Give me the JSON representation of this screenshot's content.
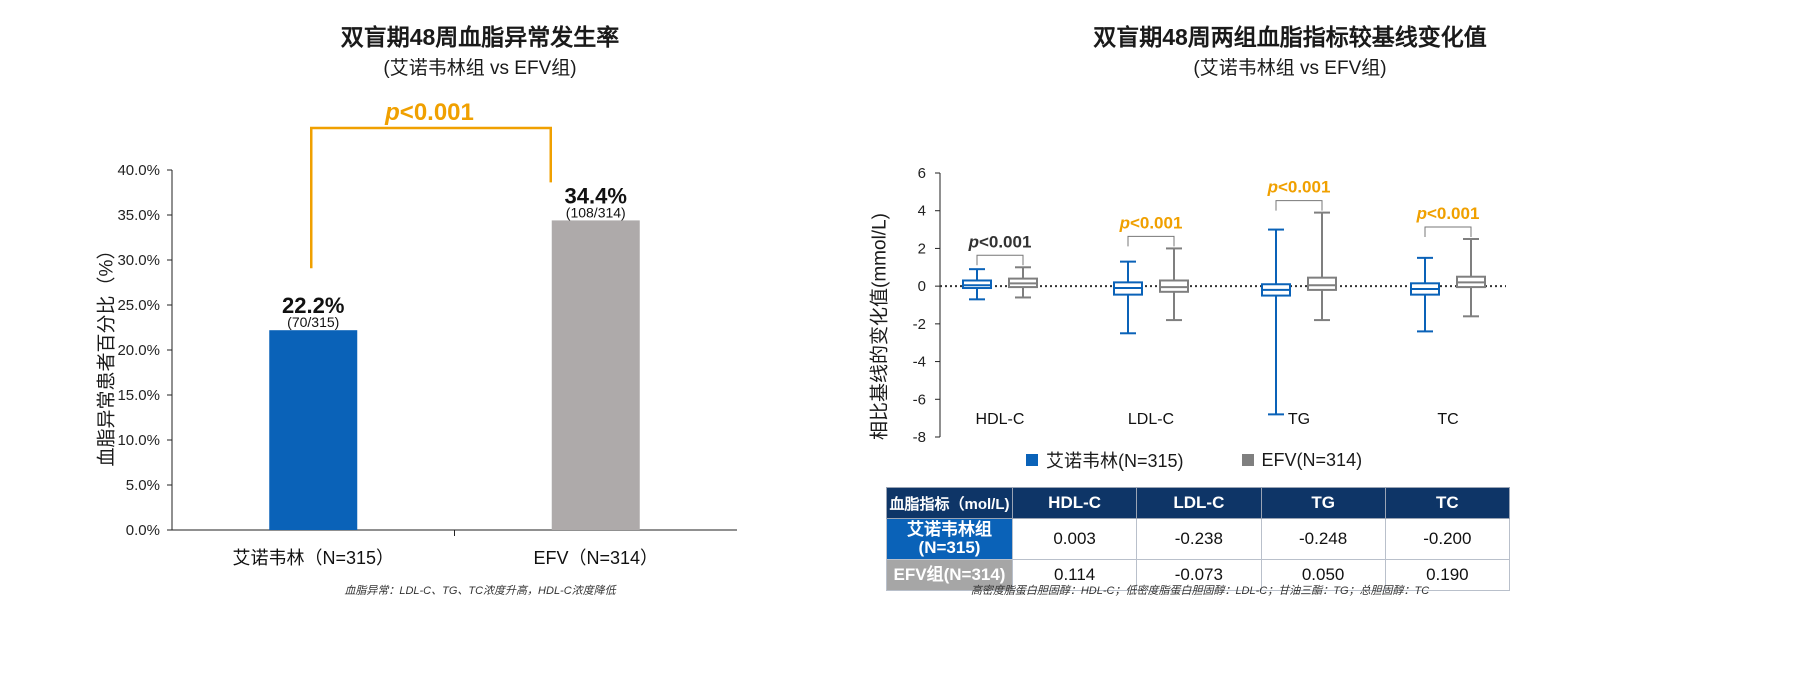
{
  "left": {
    "title": "双盲期48周血脂异常发生率",
    "subtitle": "(艾诺韦林组 vs EFV组)",
    "ylabel": "血脂异常患者百分比（%）",
    "pvalue_p": "p",
    "pvalue_rest": "<0.001",
    "footnote": "血脂异常：LDL-C、TG、TC浓度升高，HDL-C浓度降低"
  },
  "right": {
    "title": "双盲期48周两组血脂指标较基线变化值",
    "subtitle": "(艾诺韦林组 vs EFV组)",
    "ylabel": "相比基线的变化值(mmol/L)",
    "legend": [
      "艾诺韦林(N=315)",
      "EFV(N=314)"
    ],
    "footnote": "高密度脂蛋白胆固醇：HDL-C；低密度脂蛋白胆固醇：LDL-C；甘油三酯：TG；总胆固醇：TC"
  },
  "table": {
    "headers": [
      "血脂指标（mol/L)",
      "HDL-C",
      "LDL-C",
      "TG",
      "TC"
    ],
    "rows": [
      {
        "label_line1": "艾诺韦林组",
        "label_line2": "(N=315)",
        "values": [
          "0.003",
          "-0.238",
          "-0.248",
          "-0.200"
        ]
      },
      {
        "label_line1": "EFV组(N=314)",
        "label_line2": "",
        "values": [
          "0.114",
          "-0.073",
          "0.050",
          "0.190"
        ]
      }
    ]
  },
  "colors": {
    "blue": "#0a62b8",
    "gray": "#aeaaaa",
    "boxgray": "#7f7f7f",
    "orange": "#f0a000",
    "navy": "#0e3567",
    "tablegray": "#a6a6a6"
  },
  "chart_data": [
    {
      "type": "bar",
      "categories": [
        "艾诺韦林（N=315）",
        "EFV（N=314）"
      ],
      "values": [
        22.2,
        34.4
      ],
      "value_labels": [
        "22.2%",
        "34.4%"
      ],
      "count_labels": [
        "(70/315)",
        "(108/314)"
      ],
      "ylim": [
        0,
        40
      ],
      "yticks": [
        0,
        5,
        10,
        15,
        20,
        25,
        30,
        35,
        40
      ],
      "ytick_labels": [
        "0.0%",
        "5.0%",
        "10.0%",
        "15.0%",
        "20.0%",
        "25.0%",
        "30.0%",
        "35.0%",
        "40.0%"
      ],
      "annotations": [
        {
          "between": [
            0,
            1
          ],
          "text": "p<0.001"
        }
      ]
    },
    {
      "type": "box",
      "categories": [
        "HDL-C",
        "LDL-C",
        "TG",
        "TC"
      ],
      "ylim": [
        -8,
        6
      ],
      "yticks": [
        -8,
        -6,
        -4,
        -2,
        0,
        2,
        4,
        6
      ],
      "ytick_labels": [
        "-8",
        "-6",
        "-4",
        "-2",
        "0",
        "2",
        "4",
        "6"
      ],
      "series": [
        {
          "name": "艾诺韦林(N=315)",
          "boxes": [
            {
              "min": -0.7,
              "q1": -0.1,
              "median": 0.05,
              "q3": 0.3,
              "max": 0.9
            },
            {
              "min": -2.5,
              "q1": -0.45,
              "median": -0.1,
              "q3": 0.2,
              "max": 1.3
            },
            {
              "min": -6.8,
              "q1": -0.5,
              "median": -0.2,
              "q3": 0.1,
              "max": 3.0
            },
            {
              "min": -2.4,
              "q1": -0.45,
              "median": -0.15,
              "q3": 0.15,
              "max": 1.5
            }
          ]
        },
        {
          "name": "EFV(N=314)",
          "boxes": [
            {
              "min": -0.6,
              "q1": -0.05,
              "median": 0.15,
              "q3": 0.4,
              "max": 1.0
            },
            {
              "min": -1.8,
              "q1": -0.3,
              "median": -0.05,
              "q3": 0.3,
              "max": 2.0
            },
            {
              "min": -1.8,
              "q1": -0.2,
              "median": 0.05,
              "q3": 0.45,
              "max": 3.9
            },
            {
              "min": -1.6,
              "q1": -0.05,
              "median": 0.2,
              "q3": 0.5,
              "max": 2.5
            }
          ]
        }
      ],
      "annotations": [
        {
          "category": "HDL-C",
          "text": "p<0.001",
          "color": "dark"
        },
        {
          "category": "LDL-C",
          "text": "p<0.001",
          "color": "orange"
        },
        {
          "category": "TG",
          "text": "p<0.001",
          "color": "orange"
        },
        {
          "category": "TC",
          "text": "p<0.001",
          "color": "orange"
        }
      ]
    }
  ]
}
